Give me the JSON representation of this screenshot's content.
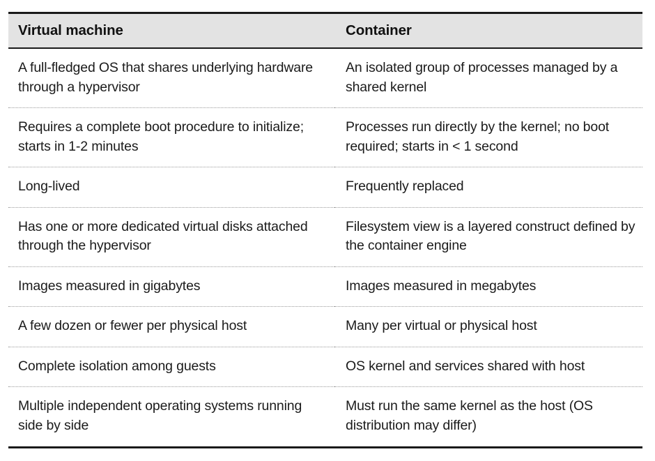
{
  "document": {
    "type": "comparison-table",
    "background_color": "#ffffff",
    "text_color": "#1b1b1b",
    "header_background_color": "#e3e3e3",
    "rule_color": "#1a1a1a",
    "separator_color": "#9a9a9a"
  },
  "table": {
    "columns": [
      {
        "key": "virtual_machine",
        "label": "Virtual machine"
      },
      {
        "key": "container",
        "label": "Container"
      }
    ],
    "rows": [
      {
        "virtual_machine": "A full-fledged OS that shares underlying hardware through a hypervisor",
        "container": "An isolated group of processes managed by a shared kernel"
      },
      {
        "virtual_machine": "Requires a complete boot procedure to initialize; starts in 1-2 minutes",
        "container": "Processes run directly by the kernel; no boot required; starts in < 1 second"
      },
      {
        "virtual_machine": "Long-lived",
        "container": "Frequently replaced"
      },
      {
        "virtual_machine": "Has one or more dedicated virtual disks attached through the hypervisor",
        "container": "Filesystem view is a layered construct defined by the container engine"
      },
      {
        "virtual_machine": "Images measured in gigabytes",
        "container": "Images measured in megabytes"
      },
      {
        "virtual_machine": "A few dozen or fewer per physical host",
        "container": "Many per virtual or physical host"
      },
      {
        "virtual_machine": "Complete isolation among guests",
        "container": "OS kernel and services shared with host"
      },
      {
        "virtual_machine": "Multiple independent operating systems running side by side",
        "container": "Must run the same kernel as the host (OS distribution may differ)"
      }
    ]
  }
}
